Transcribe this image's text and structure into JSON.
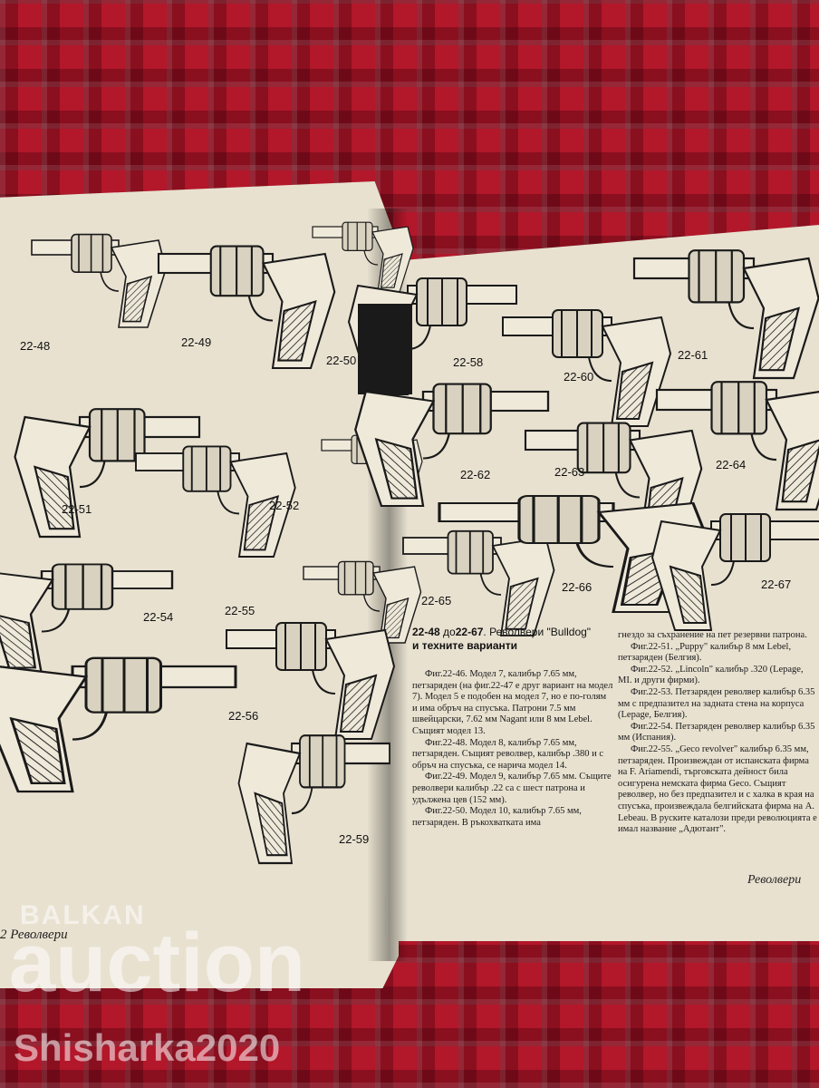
{
  "figure_labels": {
    "f48": "22-48",
    "f49": "22-49",
    "f50": "22-50",
    "f51": "22-51",
    "f52": "22-52",
    "f54": "22-54",
    "f55": "22-55",
    "f56": "22-56",
    "f59": "22-59",
    "f58": "22-58",
    "f60": "22-60",
    "f61": "22-61",
    "f62": "22-62",
    "f63": "22-63",
    "f64": "22-64",
    "f65": "22-65",
    "f66": "22-66",
    "f67": "22-67"
  },
  "caption": {
    "line1_range_start": "22-48",
    "line1_mid": " до",
    "line1_range_end": "22-67",
    "line1_rest": ". Револвери \"Bulldog\"",
    "line2": "и техните варианти"
  },
  "text_column_left": [
    "Фиг.22-46. Модел 7, калибър 7.65 мм, петзаряден (на фиг.22-47 е друг вариант на модел 7). Модел 5 е подобен на модел 7, но е по-голям и има обръч на спусъка. Патрони 7.5 мм швейцарски, 7.62 мм Nagant или 8 мм Lebel. Същият модел 13.",
    "Фиг.22-48. Модел 8, калибър 7.65 мм, петзаряден. Същият револвер, калибър .380 и с обръч на спусъка, се нарича модел 14.",
    "Фиг.22-49. Модел 9, калибър 7.65 мм. Същите револвери калибър .22 са с шест патрона и удължена цев (152 мм).",
    "Фиг.22-50. Модел 10, калибър 7.65 мм, петзаряден. В ръкохватката има"
  ],
  "text_column_right": [
    "гнездо за съхранение на пет резервни патрона.",
    "Фиг.22-51. „Puppy\" калибър 8 мм Lebel, петзаряден (Белгия).",
    "Фиг.22-52. „Lincoln\" калибър .320 (Lepage, MI. и други фирми).",
    "Фиг.22-53. Петзаряден револвер калибър 6.35 мм с предпазител на задната стена на корпуса (Lepage, Белгия).",
    "Фиг.22-54. Петзаряден револвер калибър 6.35 мм (Испания).",
    "Фиг.22-55. „Geco revolver\" калибър 6.35 мм, петзаряден. Произвеждан от испанската фирма на F. Ariamendi, търговската дейност била осигурена немската фирма Geco. Същият револвер, но без предпазител и с халка в края на спусъка, произвеждала белгийската фирма на A. Lebeau. В руските каталози преди революцията е имал название „Адютант\"."
  ],
  "footer": {
    "right_page": "Револвери",
    "left_page_number": "2",
    "left_page_title": "Револвери"
  },
  "watermark": {
    "line1": "BALKAN",
    "line2": "auction",
    "line3": "Shisharka2020"
  },
  "colors": {
    "paper": "#e8e1d0",
    "cloth": "#b3172a",
    "ink": "#111111"
  }
}
